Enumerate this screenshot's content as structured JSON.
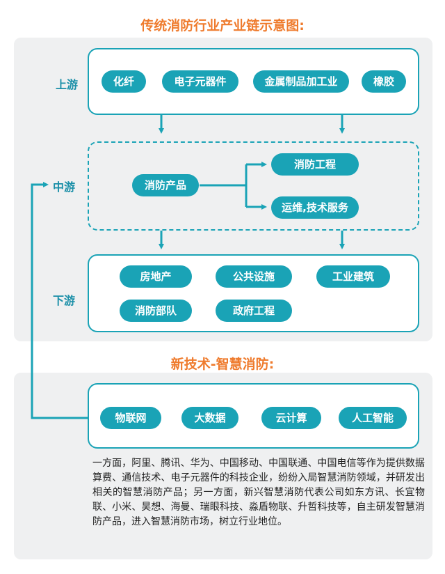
{
  "title_chain": "传统消防行业产业链示意图:",
  "title_tech": "新技术-智慧消防:",
  "stages": {
    "upstream": "上游",
    "midstream": "中游",
    "downstream": "下游"
  },
  "upstream_items": [
    "化纤",
    "电子元器件",
    "金属制品加工业",
    "橡胶"
  ],
  "midstream": {
    "source": "消防产品",
    "targets": [
      "消防工程",
      "运维,技术服务"
    ]
  },
  "downstream_items": [
    "房地产",
    "公共设施",
    "工业建筑",
    "消防部队",
    "政府工程"
  ],
  "tech_items": [
    "物联网",
    "大数据",
    "云计算",
    "人工智能"
  ],
  "description": "一方面，阿里、腾讯、华为、中国移动、中国联通、中国电信等作为提供数据算费、通信技术、电子元器件的科技企业，纷纷入局智慧消防领域，并研发出相关的智慧消防产品；另一方面，新兴智慧消防代表公司如东方讯、长宜物联、小米、昊想、海曼、瑞眼科技、淼盾物联、升哲科技等，自主研发智慧消防产品，进入智慧消防市场，树立行业地位。",
  "colors": {
    "teal": "#1aa3b6",
    "orange": "#ef7b2d",
    "panel": "#eff0f1"
  }
}
